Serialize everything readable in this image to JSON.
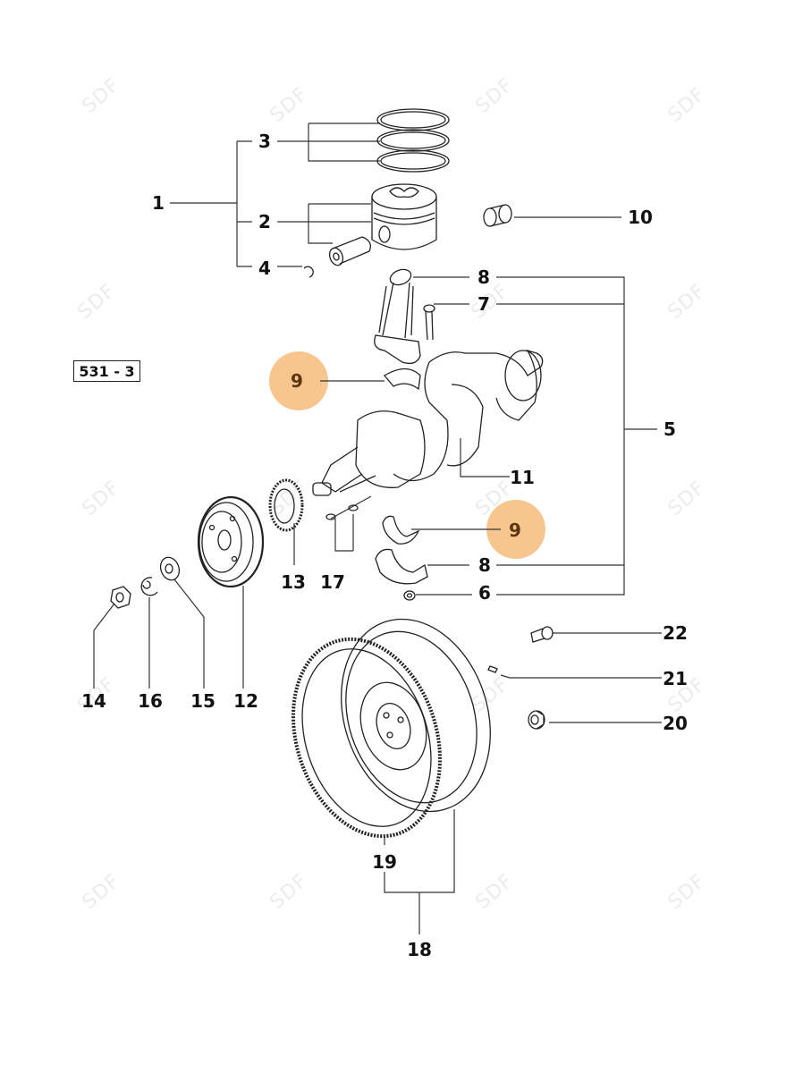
{
  "diagram": {
    "title": "Crankshaft, pistons, connecting rods and flywheel exploded parts diagram",
    "reference_code": "531 - 3",
    "watermark_text": "SDF",
    "highlight_color": "#f7c68e",
    "highlighted_part": "9",
    "callouts": [
      {
        "id": "1",
        "part": "piston-assembly"
      },
      {
        "id": "2",
        "part": "piston-and-pin"
      },
      {
        "id": "3",
        "part": "piston-rings"
      },
      {
        "id": "4",
        "part": "circlip"
      },
      {
        "id": "5",
        "part": "connecting-rod-assembly"
      },
      {
        "id": "6",
        "part": "nut"
      },
      {
        "id": "7",
        "part": "connecting-rod-bolt"
      },
      {
        "id": "8",
        "part": "connecting-rod"
      },
      {
        "id": "8",
        "part": "connecting-rod-cap"
      },
      {
        "id": "9",
        "part": "bearing-shell-upper",
        "highlighted": true
      },
      {
        "id": "9",
        "part": "bearing-shell-lower",
        "highlighted": true
      },
      {
        "id": "10",
        "part": "small-end-bushing"
      },
      {
        "id": "11",
        "part": "crankshaft"
      },
      {
        "id": "12",
        "part": "pulley"
      },
      {
        "id": "13",
        "part": "timing-gear"
      },
      {
        "id": "14",
        "part": "nut"
      },
      {
        "id": "15",
        "part": "washer"
      },
      {
        "id": "16",
        "part": "lock-washer"
      },
      {
        "id": "17",
        "part": "woodruff-keys"
      },
      {
        "id": "18",
        "part": "flywheel-assembly"
      },
      {
        "id": "19",
        "part": "ring-gear"
      },
      {
        "id": "20",
        "part": "bearing"
      },
      {
        "id": "21",
        "part": "dowel-pin"
      },
      {
        "id": "22",
        "part": "flywheel-bolt"
      }
    ]
  }
}
